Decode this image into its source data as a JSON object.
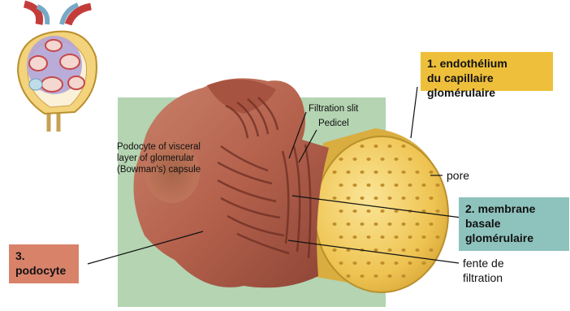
{
  "labels": {
    "filtration_slit": "Filtration slit",
    "pedicel": "Pedicel",
    "podocyte_desc": [
      "Podocyte of  visceral",
      "layer of glomerular",
      "(Bowman's) capsule"
    ],
    "pore": "pore",
    "fente": [
      "fente de",
      "filtration"
    ]
  },
  "boxes": {
    "endothelium": {
      "lines": [
        "1. endothélium",
        "du capillaire glomérulaire"
      ],
      "color": "#eebf3a"
    },
    "membrane": {
      "lines": [
        "2. membrane",
        "basale",
        "glomérulaire"
      ],
      "color": "#8ec3bd"
    },
    "podocyte": {
      "lines": [
        "3.",
        "podocyte"
      ],
      "color": "#d9826a"
    }
  }
}
